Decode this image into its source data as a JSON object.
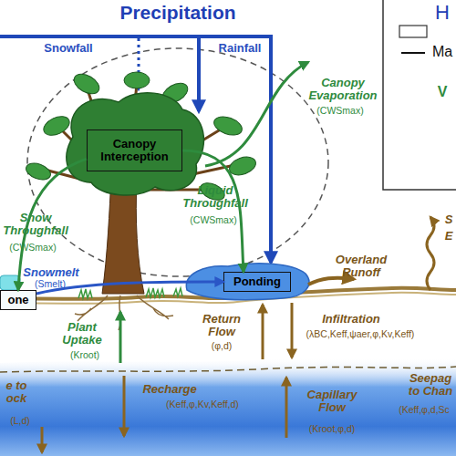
{
  "diagram": {
    "nodes": [
      {
        "text": [
          "Canopy Interception"
        ]
      },
      {
        "text": [
          "one"
        ]
      },
      {
        "text": [
          "Ponding"
        ]
      }
    ],
    "edges": [
      {
        "from": 0,
        "to": 1,
        "arrow": "to",
        "label": "Snow Throughfall"
      },
      {
        "from": 0,
        "to": 2,
        "arrow": "to",
        "label": "Liquid Throughfall"
      },
      {
        "from": 1,
        "to": 2,
        "arrow": "to",
        "label": "Snowmelt"
      }
    ],
    "labels": [
      "Precipitation",
      "Snowfall",
      "Rainfall",
      "H",
      "Ma",
      "V",
      "Canopy Evaporation",
      "(CWSmax)",
      "Overland Runoff",
      "S",
      "E",
      "Plant Uptake",
      "(Kroot)",
      "Return Flow",
      "(φ,d)",
      "Infiltration",
      "(λBC,Keff,ψaer,φ,Kv,Keff)",
      "Recharge",
      "(Keff,φ,Kv,Keff,d)",
      "Capillary Flow",
      "(Kroot,φ,d)",
      "Seepag to Chan",
      "(Keff,φ,d,Sc",
      "e to ock",
      "(L,d)",
      "(CWSmax)",
      "(CWSmax)",
      "(Smelt)"
    ]
  }
}
